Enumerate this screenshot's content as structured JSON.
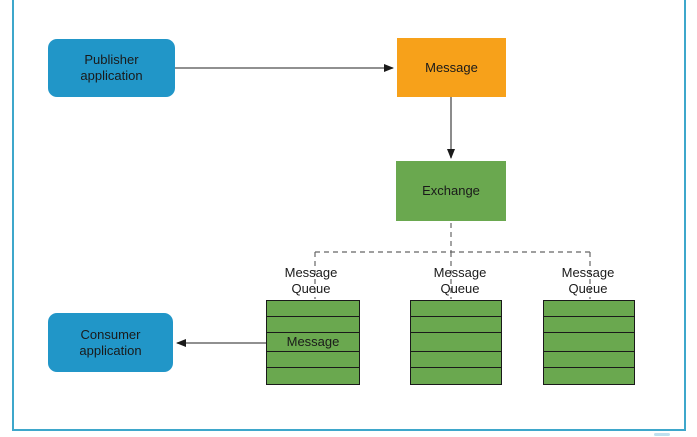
{
  "colors": {
    "blue": "#2196c8",
    "orange": "#f7a11a",
    "green": "#6aa84f",
    "frame": "#3ea7cb"
  },
  "nodes": {
    "publisher_label": "Publisher\napplication",
    "message_label": "Message",
    "exchange_label": "Exchange",
    "consumer_label": "Consumer\napplication",
    "queue_message_label": "Message"
  },
  "queues": [
    {
      "label": "Message Queue",
      "rows": 5
    },
    {
      "label": "Message Queue",
      "rows": 5
    },
    {
      "label": "Message Queue",
      "rows": 5
    }
  ],
  "connections": [
    {
      "from": "publisher",
      "to": "message",
      "style": "solid-arrow"
    },
    {
      "from": "message",
      "to": "exchange",
      "style": "solid-arrow"
    },
    {
      "from": "exchange",
      "to": "queues",
      "style": "dashed"
    },
    {
      "from": "queue-1",
      "to": "consumer",
      "style": "solid-arrow"
    }
  ]
}
